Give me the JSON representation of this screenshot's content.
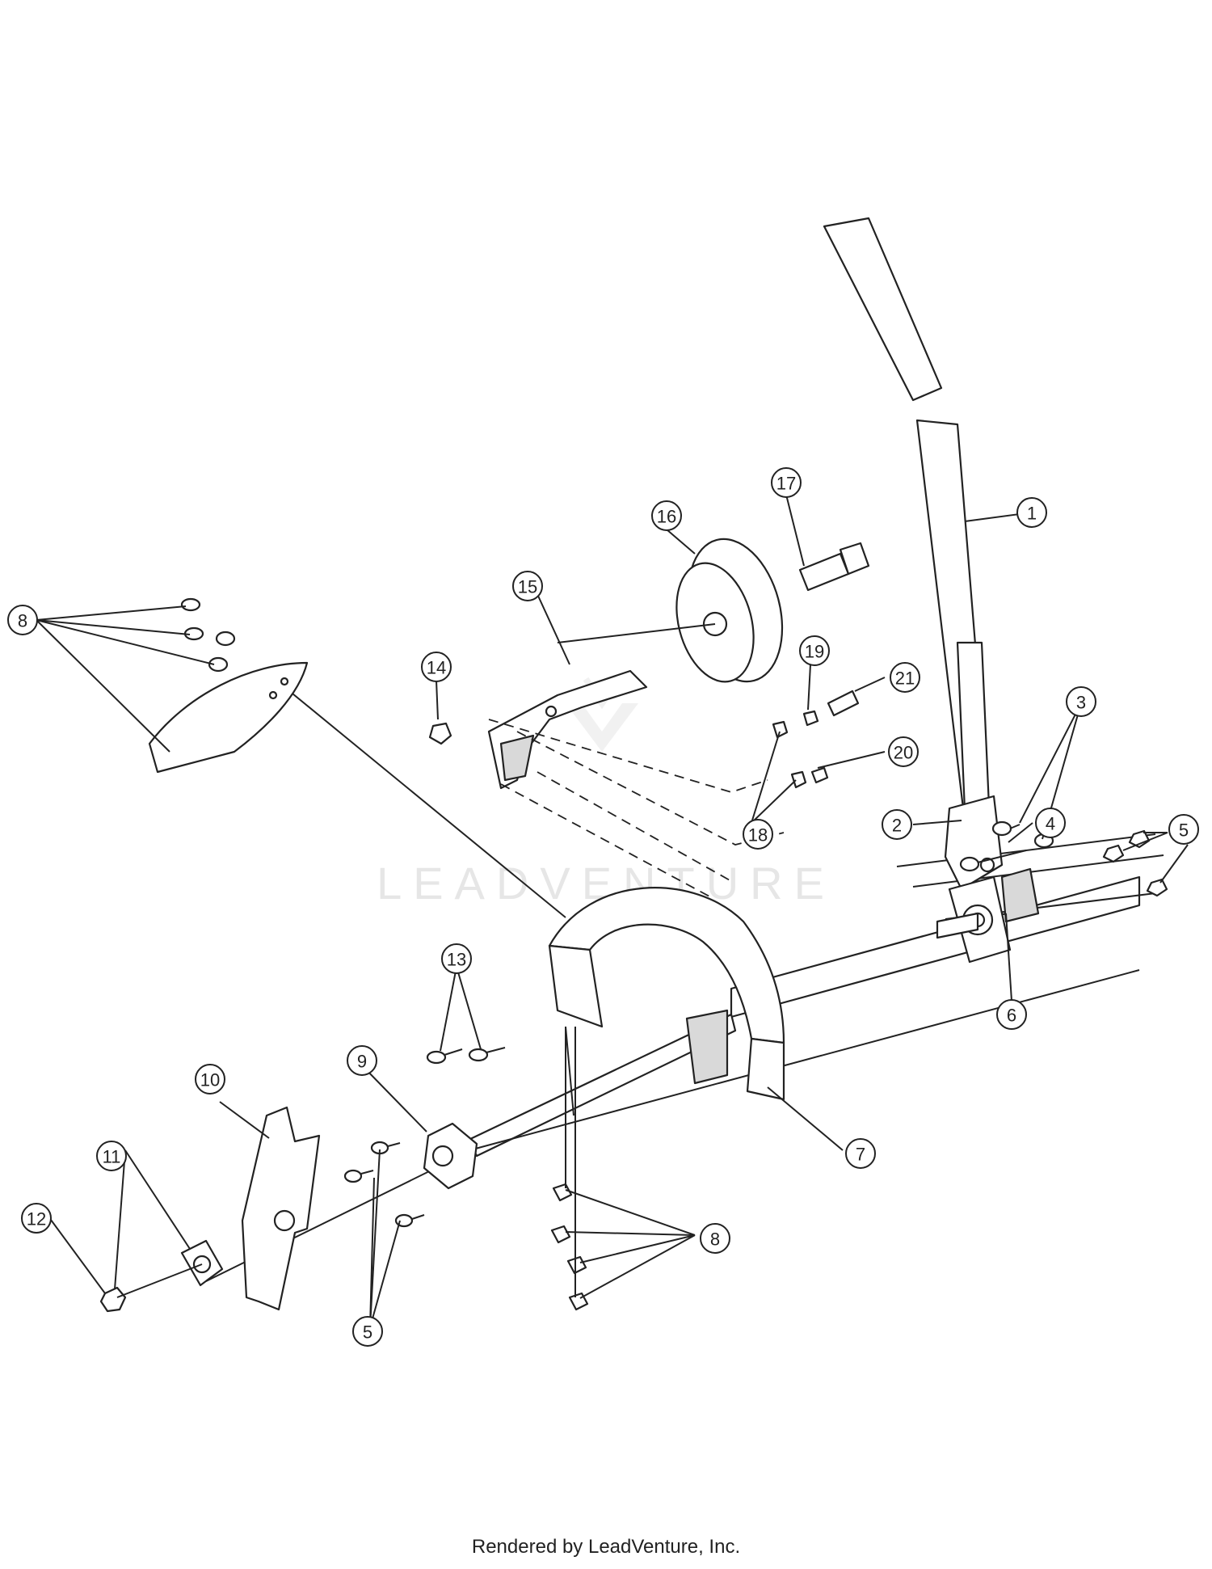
{
  "watermark": {
    "text": "LEADVENTURE"
  },
  "footer": {
    "credit": "Rendered by LeadVenture, Inc."
  },
  "callouts": [
    {
      "id": "c1",
      "label": "1"
    },
    {
      "id": "c2",
      "label": "2"
    },
    {
      "id": "c3",
      "label": "3"
    },
    {
      "id": "c4",
      "label": "4"
    },
    {
      "id": "c5a",
      "label": "5"
    },
    {
      "id": "c5b",
      "label": "5"
    },
    {
      "id": "c6",
      "label": "6"
    },
    {
      "id": "c7",
      "label": "7"
    },
    {
      "id": "c8a",
      "label": "8"
    },
    {
      "id": "c8b",
      "label": "8"
    },
    {
      "id": "c9",
      "label": "9"
    },
    {
      "id": "c10",
      "label": "10"
    },
    {
      "id": "c11",
      "label": "11"
    },
    {
      "id": "c12",
      "label": "12"
    },
    {
      "id": "c13",
      "label": "13"
    },
    {
      "id": "c14",
      "label": "14"
    },
    {
      "id": "c15",
      "label": "15"
    },
    {
      "id": "c16",
      "label": "16"
    },
    {
      "id": "c17",
      "label": "17"
    },
    {
      "id": "c18",
      "label": "18"
    },
    {
      "id": "c19",
      "label": "19"
    },
    {
      "id": "c20",
      "label": "20"
    },
    {
      "id": "c21",
      "label": "21"
    }
  ]
}
